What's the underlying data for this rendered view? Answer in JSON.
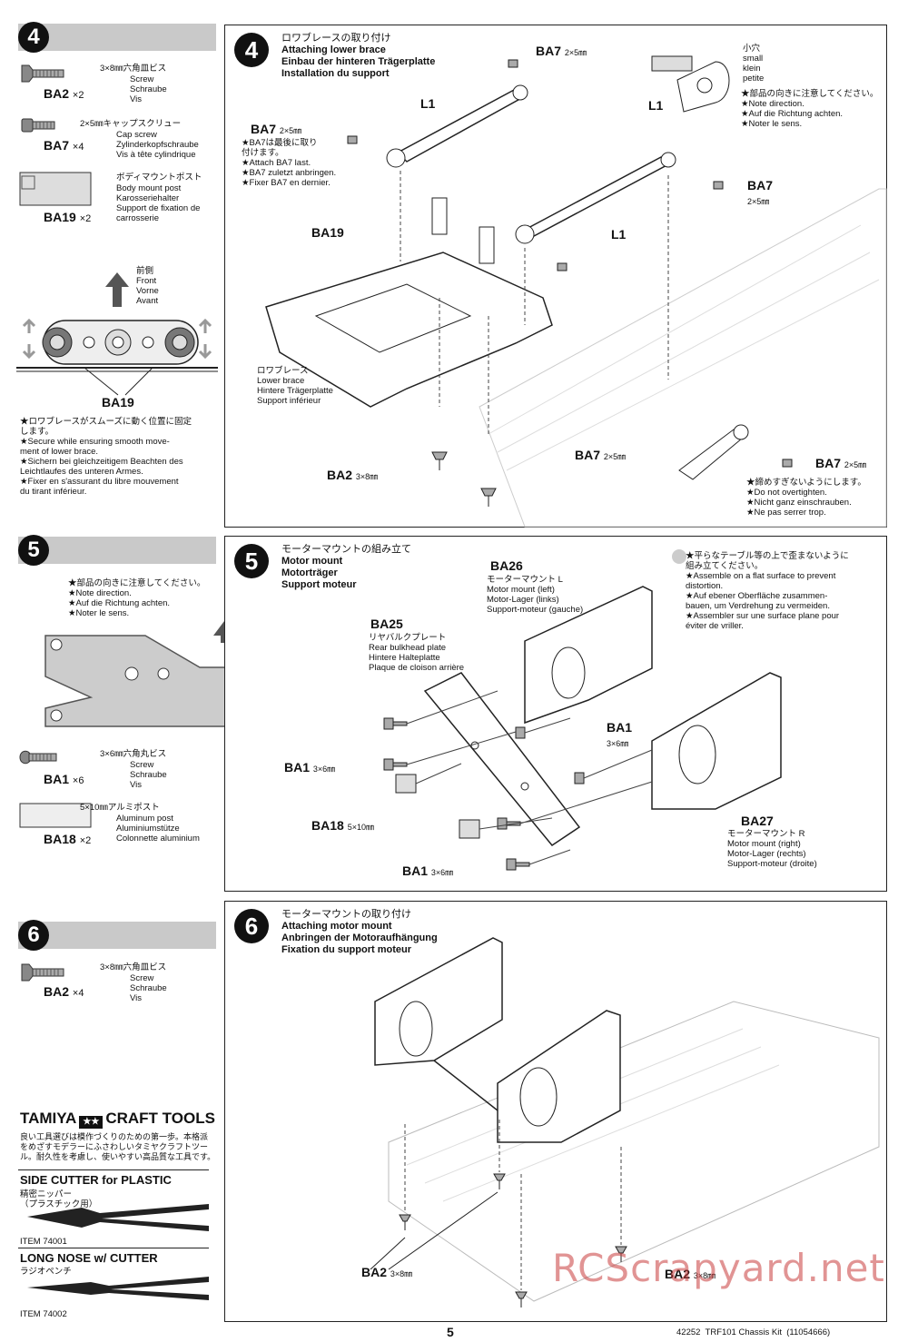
{
  "sidebar4": {
    "step": "4",
    "parts": [
      {
        "code": "BA2",
        "qty": "×2",
        "size": "3×8㎜六角皿ビス",
        "names": [
          "Screw",
          "Schraube",
          "Vis"
        ]
      },
      {
        "code": "BA7",
        "qty": "×4",
        "size": "2×5㎜キャップスクリュー",
        "names": [
          "Cap screw",
          "Zylinderkopfschraube",
          "Vis à tête cylindrique"
        ]
      },
      {
        "code": "BA19",
        "qty": "×2",
        "size": "ボディマウントポスト",
        "names": [
          "Body mount post",
          "Karosseriehalter",
          "Support de fixation de",
          "carrosserie"
        ]
      }
    ],
    "front_label": [
      "前側",
      "Front",
      "Vorne",
      "Avant"
    ],
    "ba19_label": "BA19",
    "note": [
      "★ロワブレースがスムーズに動く位置に固定",
      "します。",
      "★Secure while ensuring smooth move-",
      "ment of lower brace.",
      "★Sichern bei gleichzeitigem Beachten des",
      "Leichtlaufes des unteren Armes.",
      "★Fixer en s'assurant du libre mouvement",
      "du tirant inférieur."
    ]
  },
  "step4": {
    "number": "4",
    "title": [
      "ロワブレースの取り付け",
      "Attaching lower brace",
      "Einbau der hinteren Trägerplatte",
      "Installation du support"
    ],
    "labels": {
      "ba7_top": "BA7",
      "ba7_top_size": "2×5㎜",
      "l1_left": "L1",
      "l1_right": "L1",
      "ba7_left": "BA7",
      "ba7_left_size": "2×5㎜",
      "ba7_left_note": [
        "★BA7は最後に取り",
        "付けます。",
        "★Attach BA7 last.",
        "★BA7 zuletzt anbringen.",
        "★Fixer BA7 en dernier."
      ],
      "ba19": "BA19",
      "ba7_right": "BA7",
      "ba7_right_size": "2×5㎜",
      "lower_brace": [
        "ロワブレース",
        "Lower brace",
        "Hintere Trägerplatte",
        "Support inférieur"
      ],
      "ba2": "BA2",
      "ba2_size": "3×8㎜",
      "ba7_bottom": "BA7",
      "ba7_bottom_size": "2×5㎜",
      "ba7_detail": "BA7",
      "ba7_detail_size": "2×5㎜",
      "small_hole": [
        "小穴",
        "small",
        "klein",
        "petite"
      ],
      "l1_detail": "L1",
      "direction_note": [
        "★部品の向きに注意してください。",
        "★Note direction.",
        "★Auf die Richtung achten.",
        "★Noter le sens."
      ],
      "overtighten_note": [
        "★締めすぎないようにします。",
        "★Do not overtighten.",
        "★Nicht ganz einschrauben.",
        "★Ne pas serrer trop."
      ]
    }
  },
  "sidebar5": {
    "step": "5",
    "note": [
      "★部品の向きに注意してください。",
      "★Note direction.",
      "★Auf die Richtung achten.",
      "★Noter le sens."
    ],
    "parts": [
      {
        "code": "BA1",
        "qty": "×6",
        "size": "3×6㎜六角丸ビス",
        "names": [
          "Screw",
          "Schraube",
          "Vis"
        ]
      },
      {
        "code": "BA18",
        "qty": "×2",
        "size": "5×10㎜アルミポスト",
        "names": [
          "Aluminum post",
          "Aluminiumstütze",
          "Colonnette aluminium"
        ]
      }
    ]
  },
  "step5": {
    "number": "5",
    "title": [
      "モーターマウントの組み立て",
      "Motor mount",
      "Motorträger",
      "Support moteur"
    ],
    "labels": {
      "ba26": "BA26",
      "ba26_desc": [
        "モーターマウント L",
        "Motor mount (left)",
        "Motor-Lager (links)",
        "Support-moteur (gauche)"
      ],
      "ba25": "BA25",
      "ba25_desc": [
        "リヤバルクプレート",
        "Rear bulkhead plate",
        "Hintere Halteplatte",
        "Plaque de cloison arrière"
      ],
      "ba1_right": "BA1",
      "ba1_right_size": "3×6㎜",
      "ba1_left": "BA1",
      "ba1_left_size": "3×6㎜",
      "ba18": "BA18",
      "ba18_size": "5×10㎜",
      "ba1_bottom": "BA1",
      "ba1_bottom_size": "3×6㎜",
      "ba27": "BA27",
      "ba27_desc": [
        "モーターマウント R",
        "Motor mount (right)",
        "Motor-Lager (rechts)",
        "Support-moteur (droite)"
      ],
      "flat_note": [
        "★平らなテーブル等の上で歪まないように",
        "組み立てください。",
        "★Assemble on a flat surface to prevent",
        "distortion.",
        "★Auf ebener Oberfläche zusammen-",
        "bauen, um Verdrehung zu vermeiden.",
        "★Assembler sur une surface plane pour",
        "éviter de vriller."
      ]
    }
  },
  "sidebar6": {
    "step": "6",
    "parts": [
      {
        "code": "BA2",
        "qty": "×4",
        "size": "3×8㎜六角皿ビス",
        "names": [
          "Screw",
          "Schraube",
          "Vis"
        ]
      }
    ]
  },
  "step6": {
    "number": "6",
    "title": [
      "モーターマウントの取り付け",
      "Attaching motor mount",
      "Anbringen der Motoraufhängung",
      "Fixation du support moteur"
    ],
    "labels": {
      "ba2_left": "BA2",
      "ba2_left_size": "3×8㎜",
      "ba2_right": "BA2",
      "ba2_right_size": "3×8㎜"
    }
  },
  "tools": {
    "brand": "TAMIYA",
    "brand_suffix": "CRAFT TOOLS",
    "intro": [
      "良い工具選びは模作づくりのための第一歩。本格派",
      "をめざすモデラーにふさわしいタミヤクラフトツー",
      "ル。耐久性を考慮し、使いやすい高品質な工具です。"
    ],
    "tool1_name": "SIDE CUTTER for PLASTIC",
    "tool1_jp": [
      "精密ニッパー",
      "（プラスチック用）"
    ],
    "tool1_item": "ITEM 74001",
    "tool2_name": "LONG NOSE w/ CUTTER",
    "tool2_jp": "ラジオペンチ",
    "tool2_item": "ITEM 74002"
  },
  "footer": {
    "page_number": "5",
    "kit": "42252  TRF101 Chassis Kit  (11054666)"
  },
  "watermark": "RCScrapyard.net"
}
